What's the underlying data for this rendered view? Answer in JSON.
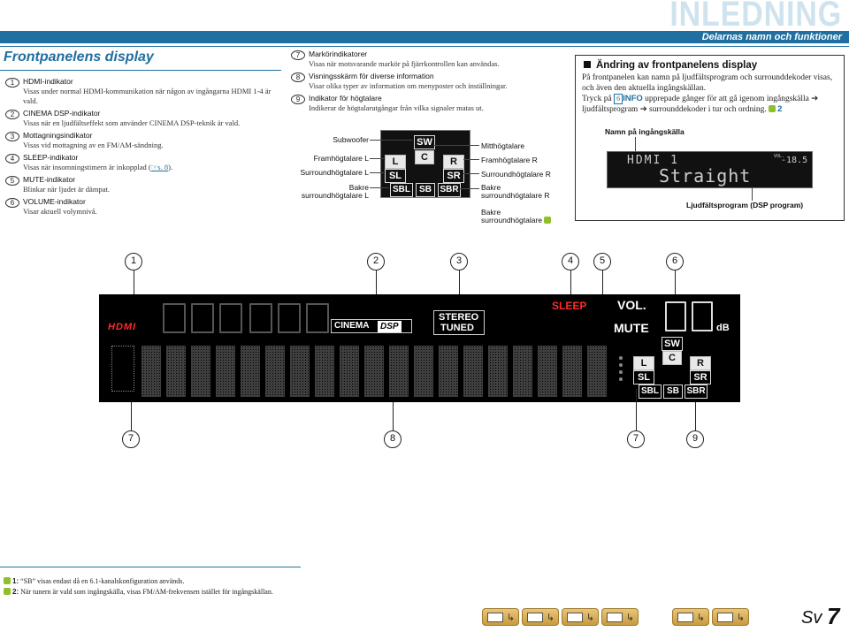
{
  "header": {
    "section": "INLEDNING",
    "subtitle": "Delarnas namn och funktioner"
  },
  "left": {
    "title": "Frontpanelens display",
    "items": [
      {
        "num": "1",
        "title": "HDMI-indikator",
        "desc": "Visas under normal HDMI-kommunikation när någon av ingångarna HDMI 1-4 är vald."
      },
      {
        "num": "2",
        "title": "CINEMA DSP-indikator",
        "desc": "Visas när en ljudfältseffekt som använder CINEMA DSP-teknik är vald."
      },
      {
        "num": "3",
        "title": "Mottagningsindikator",
        "desc": "Visas vid mottagning av en FM/AM-sändning."
      },
      {
        "num": "4",
        "title": "SLEEP-indikator",
        "desc": "Visas när insomningstimern är inkopplad (",
        "link": "☞s. 8",
        "desc_end": ")."
      },
      {
        "num": "5",
        "title": "MUTE-indikator",
        "desc": "Blinkar när ljudet är dämpat."
      },
      {
        "num": "6",
        "title": "VOLUME-indikator",
        "desc": "Visar aktuell volymnivå."
      }
    ]
  },
  "middle": {
    "items": [
      {
        "num": "7",
        "title": "Markörindikatorer",
        "desc": "Visas när motsvarande markör på fjärrkontrollen kan användas."
      },
      {
        "num": "8",
        "title": "Visningsskärm för diverse information",
        "desc": "Visar olika typer av information om menyposter och inställningar."
      },
      {
        "num": "9",
        "title": "Indikator för högtalare",
        "desc": "Indikerar de högtalarutgångar från vilka signaler matas ut."
      }
    ],
    "speaker_labels_left": [
      "Subwoofer",
      "Framhögtalare L",
      "Surroundhögtalare L",
      "Bakre",
      "surroundhögtalare L"
    ],
    "speaker_labels_right": [
      "Mitthögtalare",
      "Framhögtalare R",
      "Surroundhögtalare R",
      "Bakre",
      "surroundhögtalare R",
      "Bakre",
      "surroundhögtalare"
    ],
    "boxes": {
      "sw": "SW",
      "c": "C",
      "l": "L",
      "r": "R",
      "sl": "SL",
      "sr": "SR",
      "sbl": "SBL",
      "sb": "SB",
      "sbr": "SBR"
    }
  },
  "right": {
    "title": "Ändring av frontpanelens display",
    "text1": "På frontpanelen kan namn på ljudfältsprogram och surrounddekoder visas, och även den aktuella ingångskällan.",
    "text2a": "Tryck på ",
    "key_num": "6",
    "key_label": "INFO",
    "text2b": " upprepade gånger för att gå igenom ingångskälla ",
    "text3a": "ljudfältsprogram ",
    "text3b": " surrounddekoder i tur och ordning.",
    "tip_ref": "2",
    "label_source": "Namn på ingångskälla",
    "label_program": "Ljudfältsprogram (DSP program)",
    "disp_line1": "HDMI 1",
    "disp_line2": "Straight",
    "disp_vol": "VOL.",
    "disp_vol_value": "-18.5"
  },
  "display": {
    "callouts_top": [
      "1",
      "2",
      "3",
      "4",
      "5",
      "6"
    ],
    "callouts_bottom": [
      "7",
      "8",
      "7",
      "9"
    ],
    "hdmi": "HDMI",
    "cinema": "CINEMA",
    "dsp": "DSP",
    "stereo": "STEREO",
    "tuned": "TUNED",
    "sleep": "SLEEP",
    "vol": "VOL.",
    "mute": "MUTE",
    "db": "dB",
    "sw": "SW",
    "c": "C",
    "l": "L",
    "r": "R",
    "sl": "SL",
    "sr": "SR",
    "sbl": "SBL",
    "sb": "SB",
    "sbr": "SBR"
  },
  "footnotes": [
    {
      "num": "1",
      "text": "“SB” visas endast då en 6.1-kanalskonfiguration används."
    },
    {
      "num": "2",
      "text": "När tunern är vald som ingångskälla, visas FM/AM-frekvensen istället för ingångskällan."
    }
  ],
  "page": {
    "lang": "Sv",
    "number": "7"
  },
  "colors": {
    "accent": "#1f6fa0",
    "red": "#ff2a2a",
    "tip": "#8fbf2a"
  }
}
